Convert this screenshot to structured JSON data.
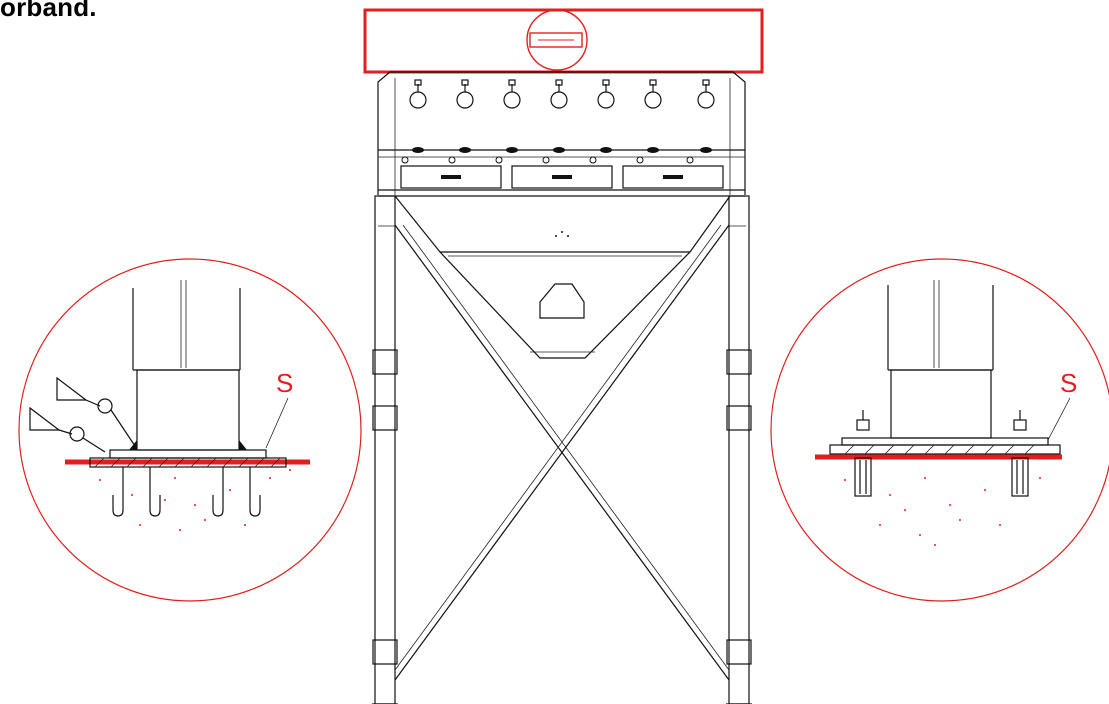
{
  "header": {
    "title": "orband."
  },
  "details": {
    "left": {
      "label": "S"
    },
    "right": {
      "label": "S"
    }
  },
  "colors": {
    "highlight": "#e01f1f",
    "line": "#111111",
    "background": "#ffffff"
  }
}
